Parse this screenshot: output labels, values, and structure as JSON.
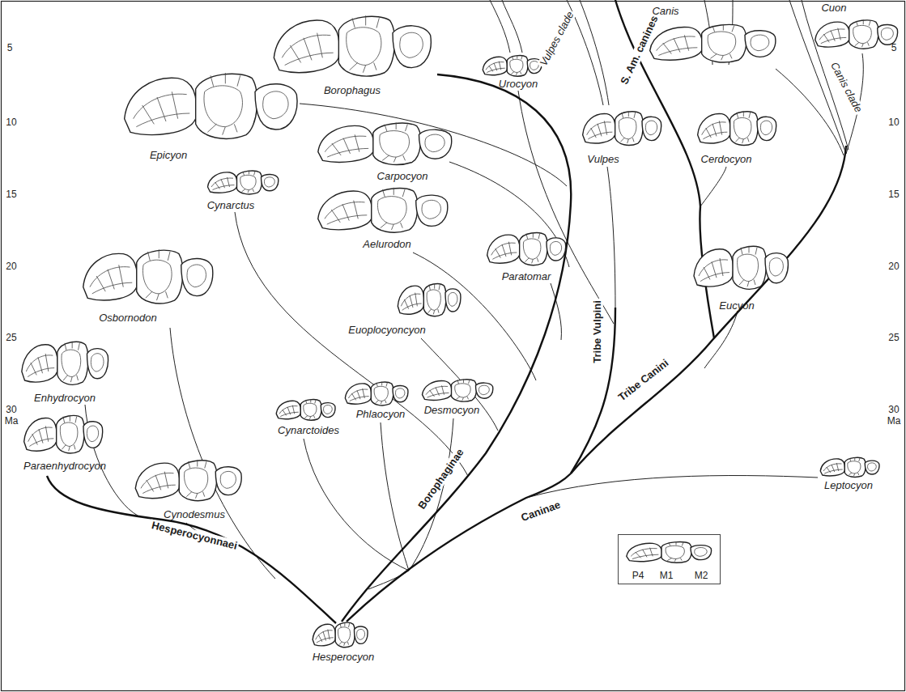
{
  "diagram": {
    "nodes": [
      {
        "text": [
          "P4",
          "M1",
          "M2"
        ]
      }
    ],
    "labels": [
      "5",
      "10",
      "15",
      "20",
      "25",
      "30",
      "Ma",
      "5",
      "10",
      "15",
      "20",
      "25",
      "30",
      "Ma",
      "Epicyon",
      "Borophagus",
      "Urocyon",
      "Vulpes clade",
      "S. Am. canines",
      "Canis",
      "Cuon",
      "Canis clade",
      "Carpocyon",
      "Vulpes",
      "Cerdocyon",
      "Cynarctus",
      "Aelurodon",
      "Paratomar",
      "Eucyon",
      "Osbornodon",
      "Euoplocyoncyon",
      "Enhydrocyon",
      "Cynarctoides",
      "Phlaocyon",
      "Desmocyon",
      "Tribe Vulpini",
      "Tribe Canini",
      "Paraenhydrocyon",
      "Leptocyon",
      "Borophaginae",
      "Cynodesmus",
      "Caninae",
      "Hesperocyonnaei",
      "Hesperocyon"
    ]
  }
}
